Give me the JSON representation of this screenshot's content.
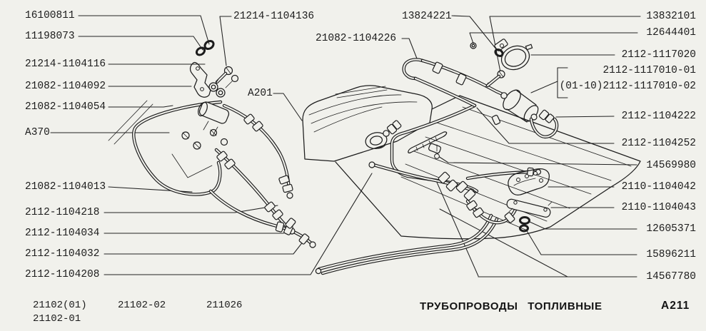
{
  "colors": {
    "background": "#f1f1ec",
    "ink": "#1c1c1c"
  },
  "diagram": {
    "callouts": {
      "left": [
        "16100811",
        "11198073",
        "21214-1104116",
        "21082-1104092",
        "21082-1104054",
        "A370",
        "21082-1104013",
        "2112-1104218",
        "2112-1104034",
        "2112-1104032",
        "2112-1104208"
      ],
      "top": [
        "21214-1104136",
        "13824221",
        "21082-1104226",
        "A201"
      ],
      "right": [
        "13832101",
        "12644401",
        "2112-1117020",
        "2112-1117010-01",
        "(01-10)2112-1117010-02",
        "2112-1104222",
        "2112-1104252",
        "14569980",
        "2110-1104042",
        "2110-1104043",
        "12605371",
        "15896211",
        "14567780"
      ]
    }
  },
  "footer": {
    "models": [
      "21102(01)",
      "21102-01",
      "21102-02",
      "211026"
    ],
    "title": "ТРУБОПРОВОДЫ ТОПЛИВНЫЕ",
    "sheet_code": "A211"
  }
}
